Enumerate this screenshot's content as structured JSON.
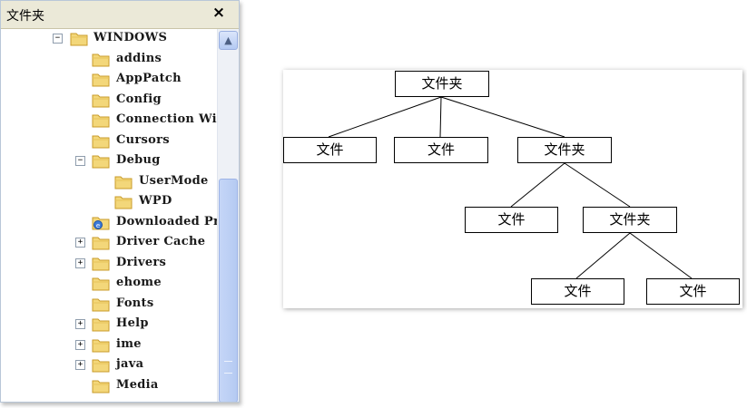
{
  "pane": {
    "title": "文件夹",
    "close_label": "×"
  },
  "tree": {
    "items": [
      {
        "label": "WINDOWS",
        "expander": "−",
        "icon": "folder-open-icon"
      },
      {
        "label": "addins",
        "expander": "",
        "icon": "folder-icon"
      },
      {
        "label": "AppPatch",
        "expander": "",
        "icon": "folder-icon"
      },
      {
        "label": "Config",
        "expander": "",
        "icon": "folder-icon"
      },
      {
        "label": "Connection Wiz",
        "expander": "",
        "icon": "folder-icon"
      },
      {
        "label": "Cursors",
        "expander": "",
        "icon": "folder-icon"
      },
      {
        "label": "Debug",
        "expander": "−",
        "icon": "folder-icon"
      },
      {
        "label": "UserMode",
        "expander": "",
        "icon": "folder-icon"
      },
      {
        "label": "WPD",
        "expander": "",
        "icon": "folder-icon"
      },
      {
        "label": "Downloaded Pro",
        "expander": "",
        "icon": "ie-folder-icon"
      },
      {
        "label": "Driver Cache",
        "expander": "+",
        "icon": "folder-icon"
      },
      {
        "label": "Drivers",
        "expander": "+",
        "icon": "folder-icon"
      },
      {
        "label": "ehome",
        "expander": "",
        "icon": "folder-icon"
      },
      {
        "label": "Fonts",
        "expander": "",
        "icon": "folder-icon"
      },
      {
        "label": "Help",
        "expander": "+",
        "icon": "folder-icon"
      },
      {
        "label": "ime",
        "expander": "+",
        "icon": "folder-icon"
      },
      {
        "label": "java",
        "expander": "+",
        "icon": "folder-icon"
      },
      {
        "label": "Media",
        "expander": "",
        "icon": "folder-icon"
      }
    ]
  },
  "scrollbar": {
    "up_arrow": "▲"
  },
  "diagram": {
    "root": "文件夹",
    "level1": [
      "文件",
      "文件",
      "文件夹"
    ],
    "level2": [
      "文件",
      "文件夹"
    ],
    "level3": [
      "文件",
      "文件"
    ]
  },
  "colors": {
    "folder_fill": "#f3d77a",
    "folder_stroke": "#c89b2a",
    "scrollbar_thumb": "#b5caf2"
  }
}
